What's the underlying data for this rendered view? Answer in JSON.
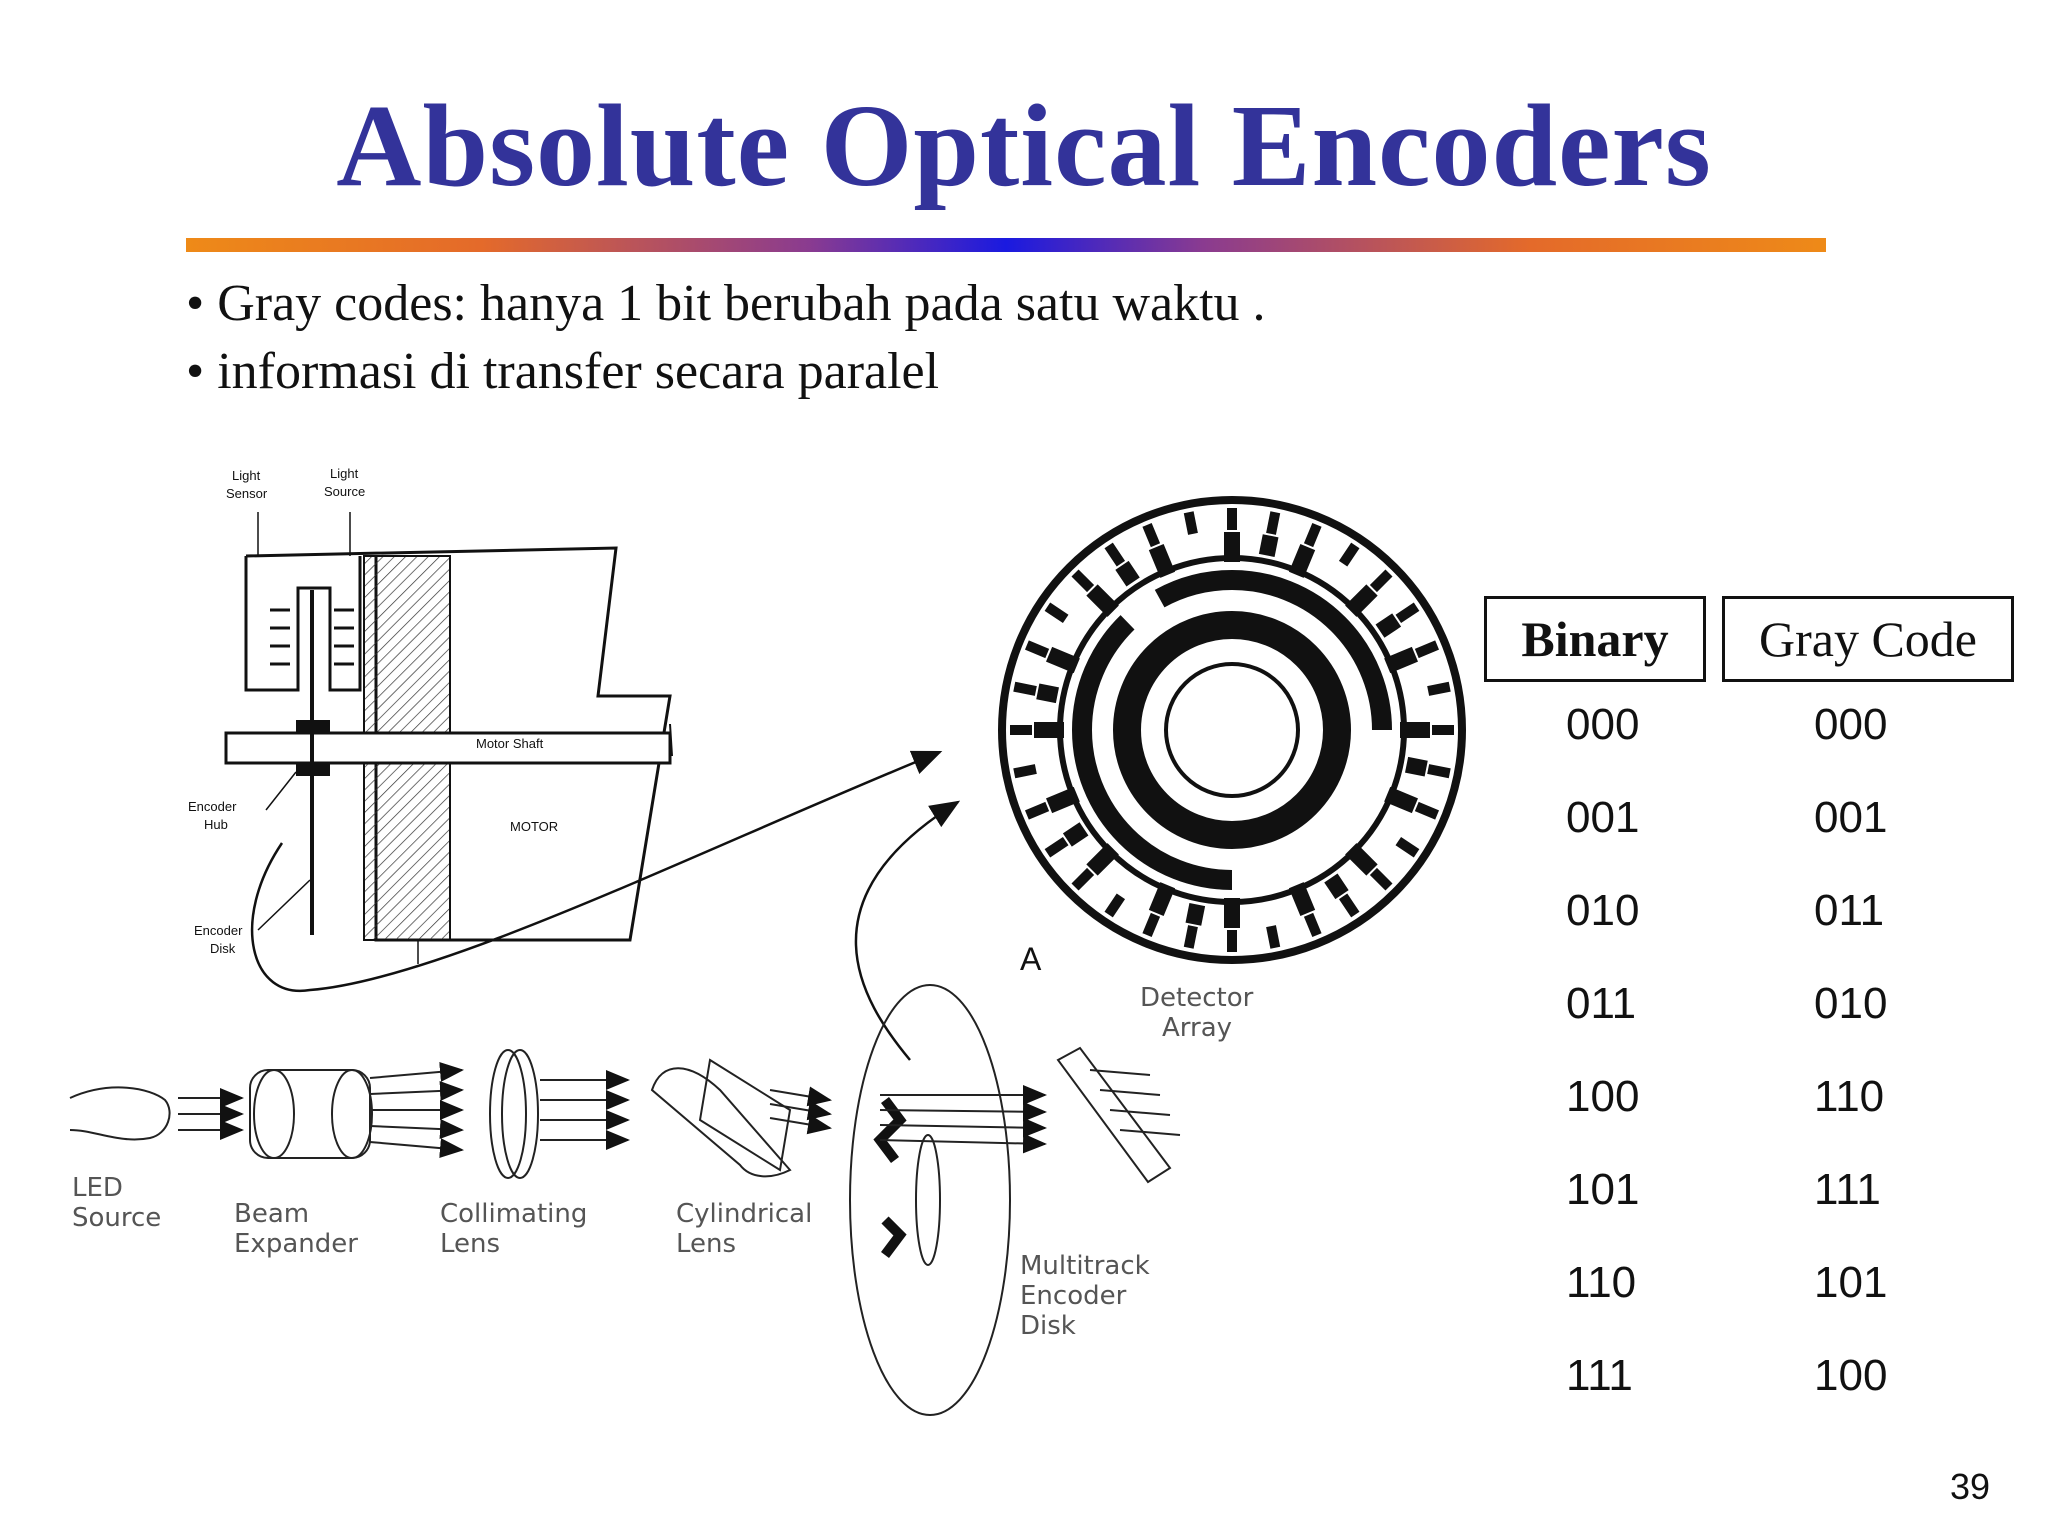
{
  "slide": {
    "title": "Absolute Optical Encoders",
    "bullets": [
      "•  Gray codes: hanya 1 bit berubah pada satu waktu .",
      "• informasi di transfer secara paralel"
    ],
    "page_number": "39"
  },
  "motor_diagram": {
    "light_sensor": [
      "Light",
      "Sensor"
    ],
    "light_source": [
      "Light",
      "Source"
    ],
    "motor_shaft": "Motor Shaft",
    "motor": "MOTOR",
    "encoder_hub": [
      "Encoder",
      "Hub"
    ],
    "encoder_disk": [
      "Encoder",
      "Disk"
    ]
  },
  "optics_diagram": {
    "label_a": "A",
    "led_source": [
      "LED",
      "Source"
    ],
    "beam_expander": [
      "Beam",
      "Expander"
    ],
    "collimating_lens": [
      "Collimating",
      "Lens"
    ],
    "cylindrical_lens": [
      "Cylindrical",
      "Lens"
    ],
    "multitrack_disk": [
      "Multitrack",
      "Encoder",
      "Disk"
    ],
    "detector_array": [
      "Detector",
      "Array"
    ]
  },
  "table": {
    "headers": [
      "Binary",
      "Gray Code"
    ],
    "rows": [
      [
        "000",
        "000"
      ],
      [
        "001",
        "001"
      ],
      [
        "010",
        "011"
      ],
      [
        "011",
        "010"
      ],
      [
        "100",
        "110"
      ],
      [
        "101",
        "111"
      ],
      [
        "110",
        "101"
      ],
      [
        "111",
        "100"
      ]
    ]
  }
}
